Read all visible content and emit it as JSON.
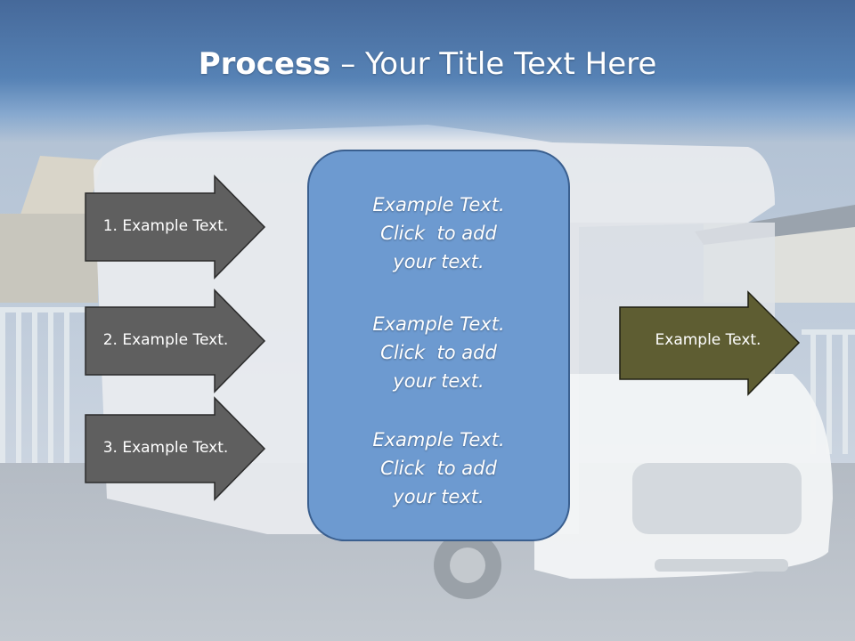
{
  "slide": {
    "title_bold": "Process",
    "title_rest": " – Your Title Text Here"
  },
  "steps": [
    {
      "label": "1. Example Text."
    },
    {
      "label": "2. Example Text."
    },
    {
      "label": "3. Example Text."
    }
  ],
  "panel": {
    "blocks": [
      {
        "line1": "Example Text.",
        "line2": "Click  to add",
        "line3": "your text."
      },
      {
        "line1": "Example Text.",
        "line2": "Click  to add",
        "line3": "your text."
      },
      {
        "line1": "Example Text.",
        "line2": "Click  to add",
        "line3": "your text."
      }
    ]
  },
  "result": {
    "label": "Example Text."
  },
  "colors": {
    "title_band": "#5682b5",
    "step_arrow_fill": "#5f5f5f",
    "panel_fill": "#6d9ad0",
    "result_arrow_fill": "#5e5d32"
  }
}
